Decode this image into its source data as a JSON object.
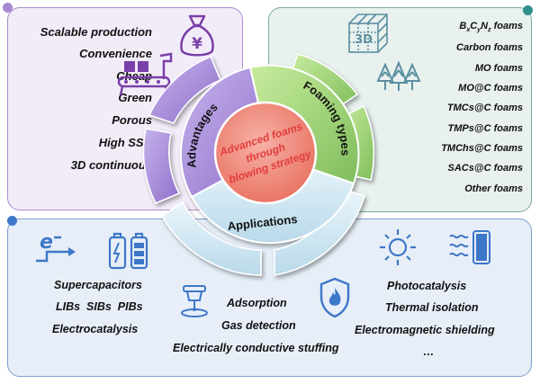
{
  "advantages": {
    "items": [
      "Scalable production",
      "Convenience",
      "Cheap",
      "Green",
      "Porous",
      "High SSA",
      "3D continuous"
    ]
  },
  "foaming_types": {
    "items_after_first": [
      "Carbon foams",
      "MO foams",
      "MO@C foams",
      "TMCs@C foams",
      "TMPs@C foams",
      "TMChs@C foams",
      "SACs@C foams",
      "Other foams"
    ],
    "bxcynz": {
      "b": "B",
      "x": "x",
      "c": "C",
      "y": "y",
      "n": "N",
      "z": "z",
      "tail": " foams"
    },
    "cube_label": "3D"
  },
  "applications": {
    "energy": [
      "Supercapacitors",
      "LIBs  SIBs  PIBs",
      "Electrocatalysis"
    ],
    "environment": [
      "Adsorption",
      "Gas detection"
    ],
    "stuffing": "Electrically conductive stuffing",
    "other": [
      "Photocatalysis",
      "Thermal isolation",
      "Electromagnetic shielding",
      "…"
    ],
    "electron_label": "e"
  },
  "center": {
    "lines": [
      "Advanced foams",
      "through",
      "blowing strategy"
    ],
    "segment_labels": {
      "advantages": "Advantages",
      "foaming": "Foaming types",
      "applications": "Applications"
    }
  },
  "colors": {
    "advantages": "#a58ad3",
    "foaming": "#9fd17e",
    "applications": "#cfe7f3",
    "center": "#f0877c",
    "center_text": "#e23c3c"
  }
}
